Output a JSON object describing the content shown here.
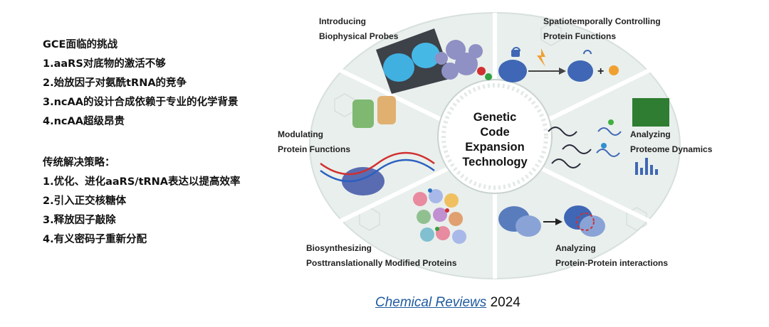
{
  "left_panel": {
    "challenges_title": "GCE面临的挑战",
    "challenges": [
      "1.aaRS对底物的激活不够",
      "2.始放因子对氨酰tRNA的竞争",
      "3.ncAA的设计合成依赖于专业的化学背景",
      "4.ncAA超级昂贵"
    ],
    "strategies_title": "传统解决策略：",
    "strategies": [
      "1.优化、进化aaRS/tRNA表达以提高效率",
      "2.引入正交核糖体",
      "3.释放因子敲除",
      "4.有义密码子重新分配"
    ]
  },
  "diagram": {
    "center_lines": [
      "Genetic",
      "Code",
      "Expansion",
      "Technology"
    ],
    "sectors": {
      "introducing": [
        "Introducing",
        "Biophysical Probes"
      ],
      "spatiotemporal": [
        "Spatiotemporally Controlling",
        "Protein Functions"
      ],
      "proteome": [
        "Analyzing",
        "Proteome Dynamics"
      ],
      "ppi": [
        "Analyzing",
        "Protein-Protein interactions"
      ],
      "ptm": [
        "Biosynthesizing",
        "Posttranslationally Modified Proteins"
      ],
      "modulating": [
        "Modulating",
        "Protein Functions"
      ]
    },
    "colors": {
      "ring_bg": "#e9efec",
      "divider": "#ffffff",
      "center_fill": "#ffffff",
      "protein_blue": "#3f67b5",
      "accent_orange": "#f0a030"
    }
  },
  "citation": {
    "journal": "Chemical Reviews",
    "year": "2024"
  }
}
